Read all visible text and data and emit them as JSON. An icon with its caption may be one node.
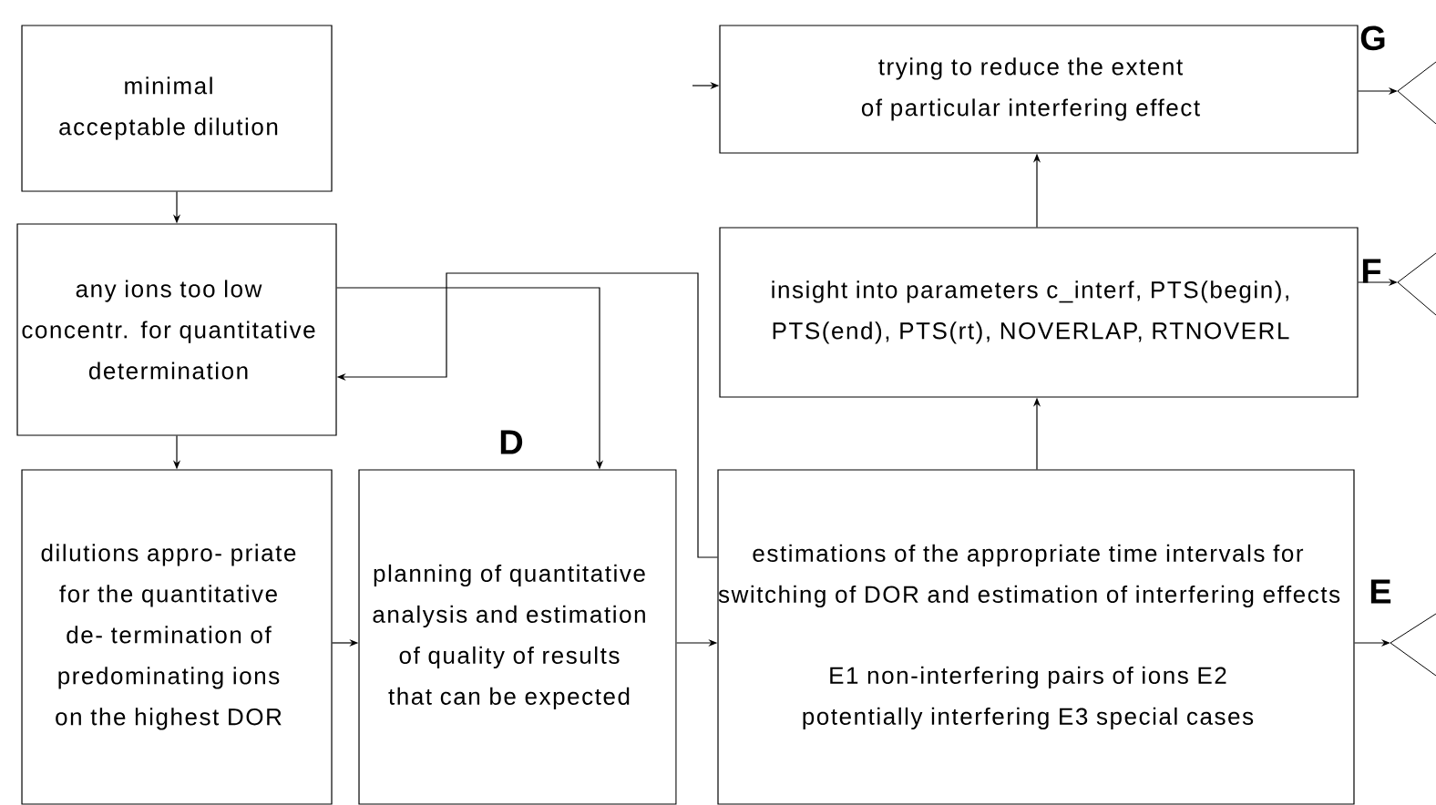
{
  "diagram": {
    "nodes": [
      {
        "text": [
          "minimal acceptable dilution"
        ]
      },
      {
        "text": [
          "any ions too low concentr. for quantitative determination"
        ]
      },
      {
        "text": [
          "dilutions appro- priate for the quantitative de- termination of predominating ions on the highest DOR"
        ]
      },
      {
        "text": [
          "planning of quantitative analysis and estimation of quality of results that can be expected"
        ],
        "beside": [
          "D"
        ]
      },
      {
        "text": [
          "estimations of the appropriate time intervals for switching of DOR and estimation of interfering effects",
          "E1 non-interfering pairs of ions E2 potentially interfering E3 special cases"
        ],
        "beside": [
          "E"
        ]
      },
      {
        "text": [
          "insight into parameters c_interf, PTS(begin), PTS(end), PTS(rt), NOVERLAP, RTNOVERL"
        ],
        "beside": [
          "F"
        ]
      },
      {
        "text": [
          "trying to reduce the extent of particular interfering effect"
        ],
        "beside": [
          "G"
        ]
      }
    ],
    "edges": [
      {
        "from": 0,
        "to": 1,
        "arrow": "to"
      },
      {
        "from": 1,
        "to": 2,
        "arrow": "to"
      },
      {
        "from": 2,
        "to": 3,
        "arrow": "to"
      },
      {
        "from": 3,
        "to": 4,
        "arrow": "to"
      },
      {
        "from": 4,
        "to": 5,
        "arrow": "to"
      },
      {
        "from": 5,
        "to": 6,
        "arrow": "to"
      },
      {
        "from": 4,
        "to": 1,
        "arrow": "to"
      },
      {
        "from": 1,
        "to": 3,
        "arrow": "to"
      },
      {
        "from": null,
        "to": 6,
        "arrow": "to"
      },
      {
        "from": 6,
        "to": null,
        "arrow": "to"
      },
      {
        "from": 5,
        "to": null,
        "arrow": "to"
      },
      {
        "from": 4,
        "to": null,
        "arrow": "to"
      }
    ]
  }
}
